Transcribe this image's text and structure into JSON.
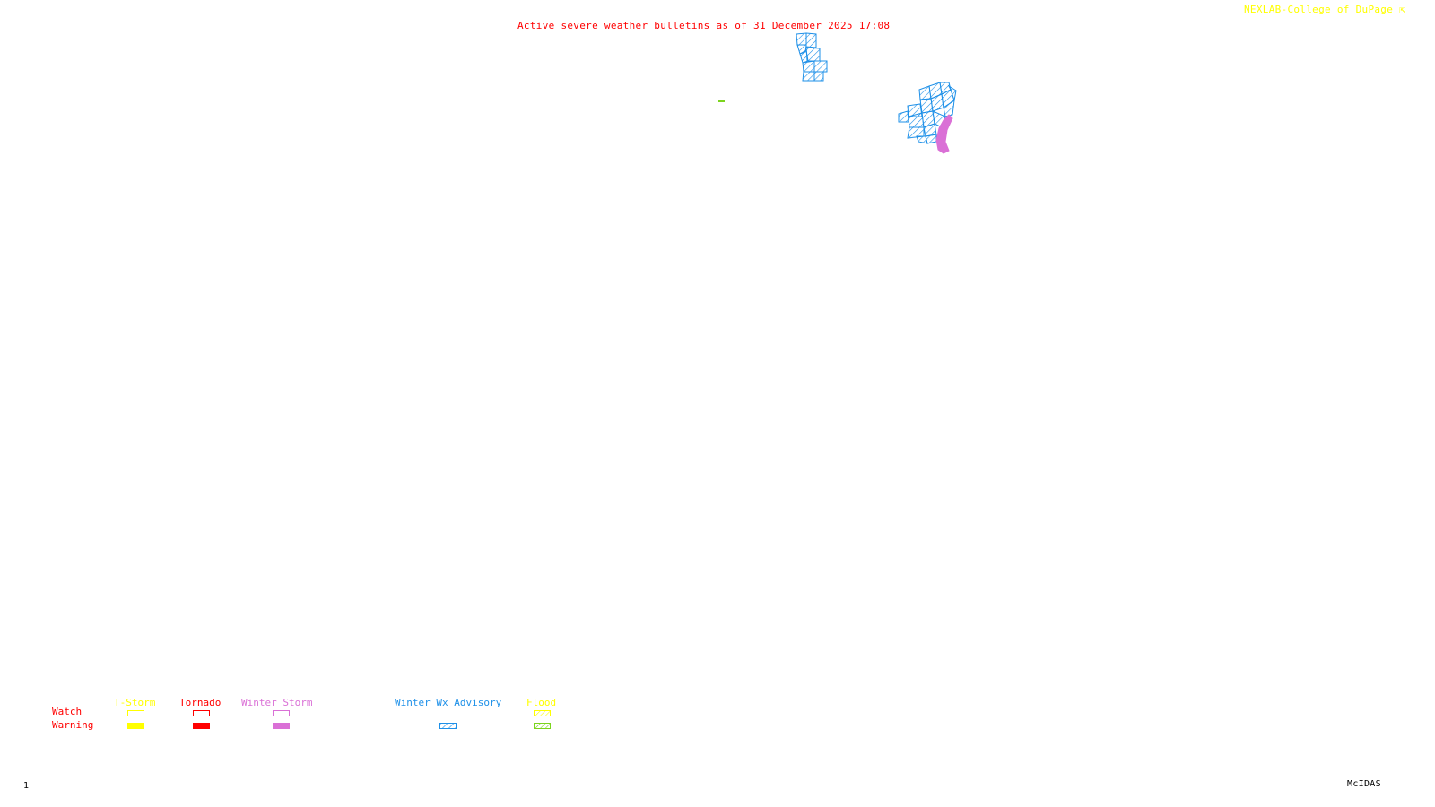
{
  "header": {
    "title": "Active severe weather bulletins as of 31 December 2025 17:08",
    "credit": "NEXLAB-College of DuPage",
    "credit_icon": "cursor-arrow-icon"
  },
  "footer": {
    "frame_number": "1",
    "app_name": "McIDAS"
  },
  "colors": {
    "title": "#ff0000",
    "credit": "#ffff00",
    "tstorm": "#ffff00",
    "tornado": "#ff0000",
    "winter_storm": "#da70d6",
    "winter_wx_advisory": "#1e90e8",
    "flood_watch": "#ffff00",
    "flood_warning": "#7cd41e"
  },
  "legend": {
    "row_labels": {
      "watch": "Watch",
      "warning": "Warning"
    },
    "categories": [
      {
        "key": "tstorm",
        "label": "T-Storm",
        "color": "#ffff00",
        "watch": "outline",
        "warning": "solid"
      },
      {
        "key": "tornado",
        "label": "Tornado",
        "color": "#ff0000",
        "watch": "outline",
        "warning": "solid"
      },
      {
        "key": "winter_storm",
        "label": "Winter Storm",
        "color": "#da70d6",
        "watch": "outline",
        "warning": "solid"
      },
      {
        "key": "winter_wx_advisory",
        "label": "Winter Wx Advisory",
        "color": "#1e90e8",
        "watch": null,
        "warning": "hatched"
      },
      {
        "key": "flood",
        "label": "Flood",
        "color": "#ffff00",
        "watch": "hatched",
        "warning": "hatched",
        "warning_color": "#7cd41e"
      }
    ]
  },
  "map_features": [
    {
      "name": "winter-wx-advisory-area-north",
      "type": "Winter Wx Advisory",
      "style": "hatched",
      "color": "#1e90e8"
    },
    {
      "name": "winter-wx-advisory-area-east",
      "type": "Winter Wx Advisory",
      "style": "hatched",
      "color": "#1e90e8"
    },
    {
      "name": "winter-storm-warning-area",
      "type": "Winter Storm Warning",
      "style": "solid",
      "color": "#da70d6"
    },
    {
      "name": "flood-warning-area",
      "type": "Flood Warning",
      "style": "solid",
      "color": "#7cd41e"
    }
  ]
}
